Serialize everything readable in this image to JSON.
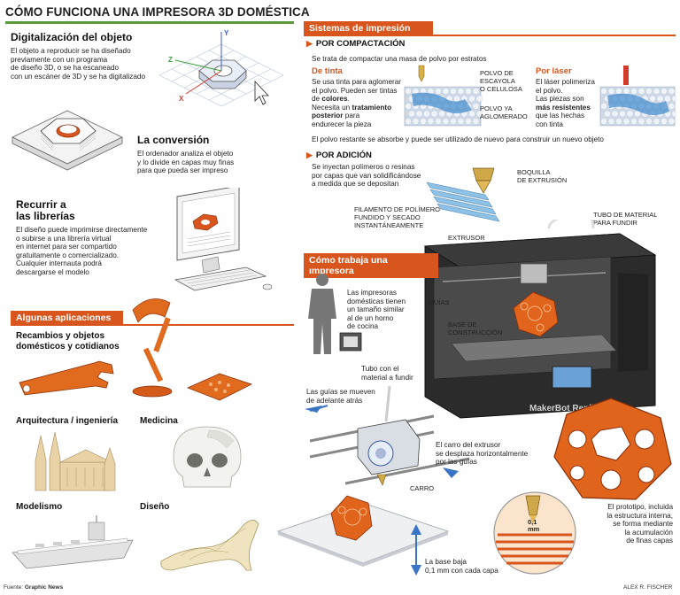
{
  "header": {
    "title": "CÓMO FUNCIONA UNA IMPRESORA 3D DOMÉSTICA"
  },
  "digitalizacion": {
    "title": "Digitalización del objeto",
    "text": [
      "El objeto a reproducir se ha diseñado",
      "previamente con un programa",
      "de diseño 3D, o se ha escaneado",
      "con un escáner de 3D y se ha digitalizado"
    ],
    "axis_x": "X",
    "axis_y": "Y",
    "axis_z": "Z"
  },
  "conversion": {
    "title": "La conversión",
    "text": [
      "El ordenador analiza el objeto",
      "y lo divide en capas muy finas",
      "para que pueda ser impreso"
    ]
  },
  "librerias": {
    "title_1": "Recurrir a",
    "title_2": "las librerías",
    "text": [
      "El diseño puede imprimirse directamente",
      "o subirse a una librería virtual",
      "en internet para ser compartido",
      "gratuitamente o comercializado.",
      "Cualquier internauta podrá",
      "descargarse el modelo"
    ]
  },
  "aplicaciones": {
    "bar": "Algunas aplicaciones",
    "items": [
      {
        "label_1": "Recambios y objetos",
        "label_2": "domésticos y cotidianos"
      },
      {
        "label_1": "Arquitectura / ingeniería",
        "label_2": ""
      },
      {
        "label_1": "Medicina",
        "label_2": ""
      },
      {
        "label_1": "Modelismo",
        "label_2": ""
      },
      {
        "label_1": "Diseño",
        "label_2": ""
      }
    ]
  },
  "sistemas": {
    "bar": "Sistemas de impresión",
    "compactacion": {
      "title": "POR COMPACTACIÓN",
      "intro": "Se trata de compactar una masa de polvo por estratos",
      "tinta_title": "De tinta",
      "tinta_text_1": "Se usa tinta para aglomerar",
      "tinta_text_2": "el polvo. Pueden ser tintas",
      "tinta_text_3a": "de ",
      "tinta_text_3b": "colores",
      "tinta_text_3c": ".",
      "tinta_text_4": "Necesita un ",
      "tinta_text_4b": "tratamiento",
      "tinta_text_5b": "posterior",
      "tinta_text_5": " para",
      "tinta_text_6": "endurecer la pieza",
      "label_polvo": [
        "POLVO DE",
        "ESCAYOLA",
        "O CELULOSA"
      ],
      "label_aglom": [
        "POLVO YA",
        "AGLOMERADO"
      ],
      "laser_title": "Por láser",
      "laser_text_1": "El láser polimeriza",
      "laser_text_2": "el polvo.",
      "laser_text_3": "Las piezas son",
      "laser_text_4b": "más resistentes",
      "laser_text_5": "que las hechas",
      "laser_text_6": "con tinta",
      "outro": "El polvo restante se absorbe y puede ser utilizado de nuevo para construir un nuevo objeto"
    },
    "adicion": {
      "title": "POR ADICIÓN",
      "text": [
        "Se inyectan polímeros o resinas",
        "por capas que van solidificándose",
        "a medida que se depositan"
      ],
      "boquilla": [
        "BOQUILLA",
        "DE EXTRUSIÓN"
      ],
      "filamento": [
        "FILAMENTO DE POLÍMERO",
        "FUNDIDO Y SECADO",
        "INSTANTÁNEAMENTE"
      ],
      "tubo": [
        "TUBO DE MATERIAL",
        "PARA FUNDIR"
      ]
    }
  },
  "como_trabaja": {
    "bar": "Cómo trabaja una impresora",
    "scale_text": [
      "Las impresoras",
      "domésticas tienen",
      "un tamaño similar",
      "al de un horno",
      "de cocina"
    ],
    "extrusor": "EXTRUSOR",
    "guias": "GUÍAS",
    "base": [
      "BASE DE",
      "CONSTRUCCIÓN"
    ],
    "printer_brand": "MakerBot Replicator",
    "tubo_material": [
      "Tubo con el",
      "material a fundir"
    ],
    "guias_mueven": [
      "Las guías se mueven",
      "de adelante atrás"
    ],
    "carro_text": [
      "El carro del extrusor",
      "se desplaza horizontalmente",
      "por las guías"
    ],
    "carro": "CARRO",
    "prototipo": [
      "El prototipo, incluida",
      "la estructura interna,",
      "se forma mediante",
      "la acumulación",
      "de finas capas"
    ],
    "mm_1": "0,1",
    "mm_2": "mm",
    "base_baja": [
      "La base baja",
      "0,1 mm con cada capa"
    ]
  },
  "footer": {
    "fuente_label": "Fuente: ",
    "fuente": "Graphic News",
    "author": "ALEX R. FISCHER"
  },
  "colors": {
    "accent_orange": "#d8561e",
    "title_rule_green": "#5a9a3c",
    "object_orange": "#e0641c"
  }
}
